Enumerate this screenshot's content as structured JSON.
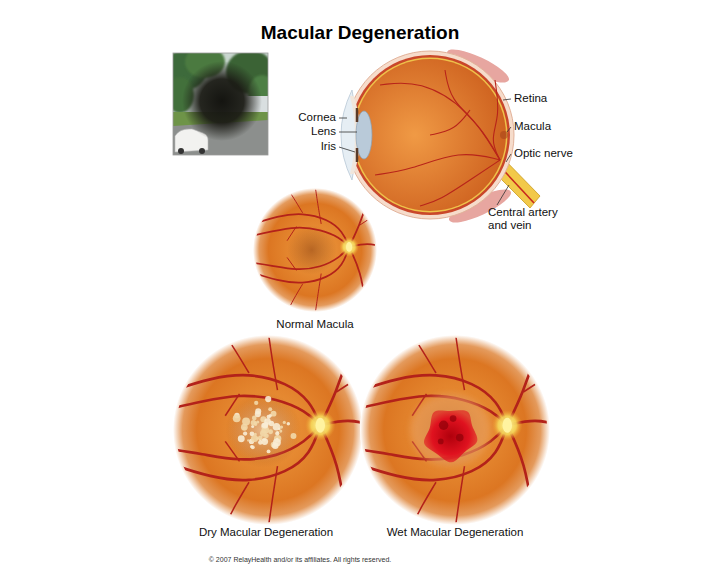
{
  "diagram": {
    "title": "Macular Degeneration",
    "labels": [
      "Cornea",
      "Lens",
      "Iris",
      "Retina",
      "Macula",
      "Optic nerve",
      "Central artery and vein",
      "Normal Macula",
      "Dry Macular Degeneration",
      "Wet Macular Degeneration",
      "© 2007 RelayHealth and/or its affiliates. All rights reserved."
    ]
  }
}
